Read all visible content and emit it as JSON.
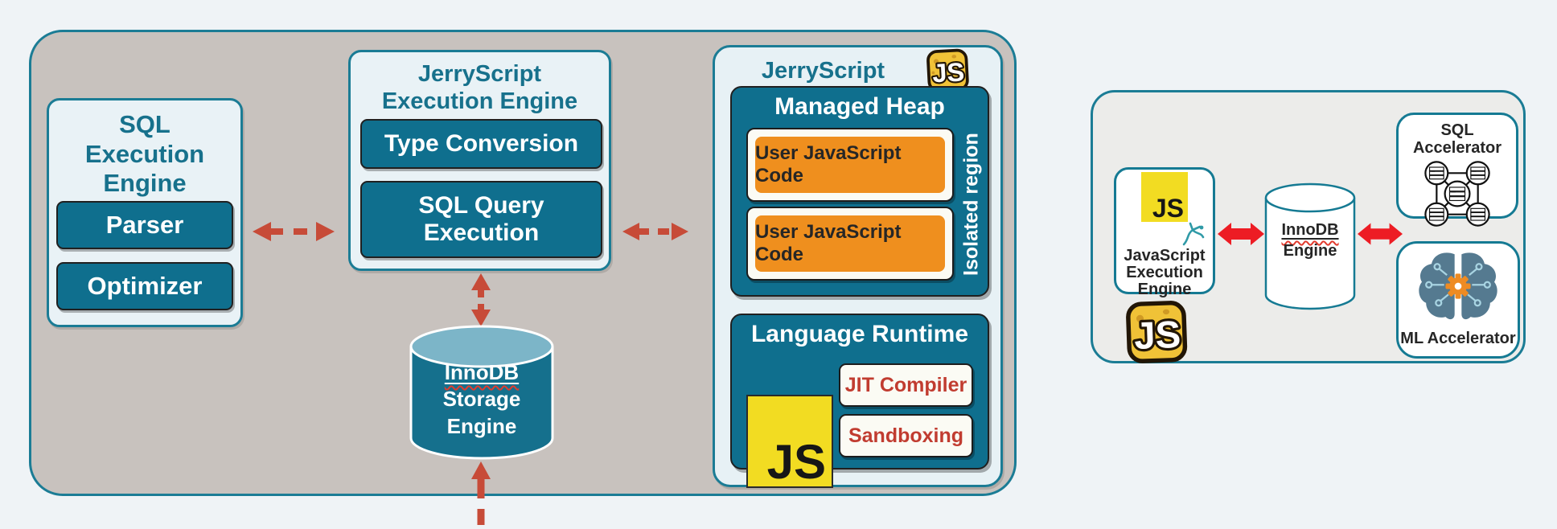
{
  "colors": {
    "teal_border": "#1b7c95",
    "teal_heading": "#17718c",
    "dark_box_fill": "#0f6f8e",
    "orange": "#ef8f1e",
    "dashed_arrow_red": "#c74b38",
    "solid_arrow_red": "#ed1c24",
    "js_yellow": "#f2dc22",
    "red_label_text": "#c13c30"
  },
  "left_diagram": {
    "sql_engine": {
      "title": "SQL\nExecution\nEngine",
      "boxes": [
        "Parser",
        "Optimizer"
      ]
    },
    "jerryscript_engine": {
      "title": "JerryScript\nExecution Engine",
      "boxes": [
        "Type Conversion",
        "SQL Query\nExecution"
      ]
    },
    "innodb": {
      "name": "InnoDB",
      "rest": "Storage\nEngine"
    },
    "jerryscript_vm": {
      "title": "JerryScript",
      "logo_text": "JS",
      "managed_heap": {
        "title": "Managed Heap",
        "cells": [
          "User JavaScript Code",
          "User JavaScript Code"
        ],
        "side_label": "Isolated region"
      },
      "language_runtime": {
        "title": "Language Runtime",
        "js_logo_text": "JS",
        "boxes": [
          "JIT Compiler",
          "Sandboxing"
        ]
      }
    }
  },
  "right_diagram": {
    "js_engine": {
      "logo_text": "JS",
      "label": "JavaScript\nExecution\nEngine"
    },
    "jerry_logo_text": "JS",
    "innodb": {
      "name": "InnoDB",
      "rest": "Engine"
    },
    "sql_accelerator": {
      "label": "SQL Accelerator"
    },
    "ml_accelerator": {
      "label": "ML Accelerator"
    }
  }
}
